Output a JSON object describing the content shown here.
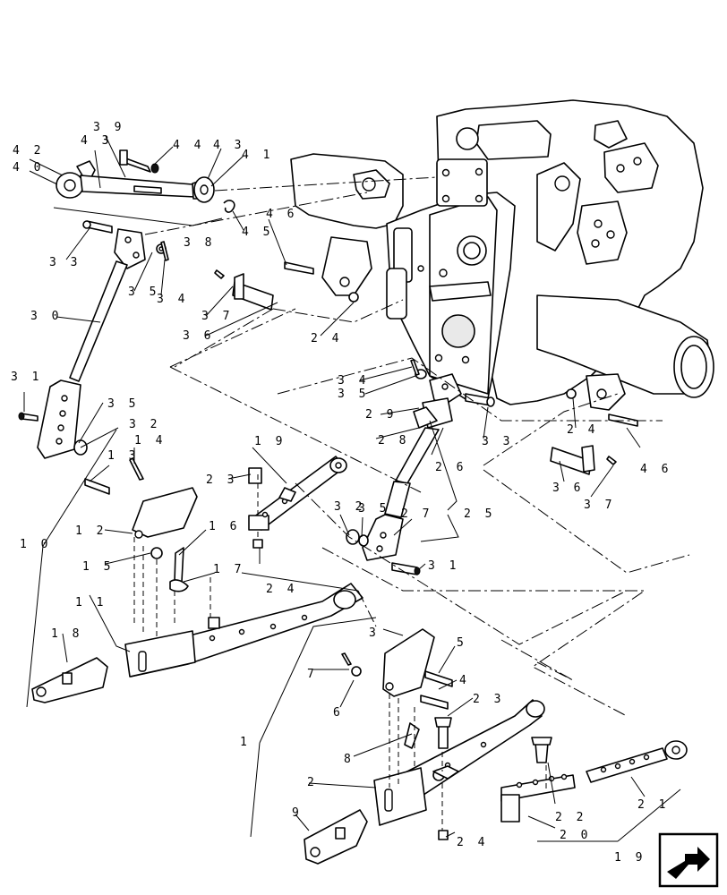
{
  "diagram": {
    "labels": [
      {
        "id": "42",
        "text": "4 2"
      },
      {
        "id": "40",
        "text": "4 0"
      },
      {
        "id": "43a",
        "text": "4 3"
      },
      {
        "id": "39",
        "text": "3 9"
      },
      {
        "id": "44",
        "text": "4 4"
      },
      {
        "id": "43b",
        "text": "4 3"
      },
      {
        "id": "41",
        "text": "4 1"
      },
      {
        "id": "38",
        "text": "3 8"
      },
      {
        "id": "45",
        "text": "4 5"
      },
      {
        "id": "46a",
        "text": "4 6"
      },
      {
        "id": "33a",
        "text": "3 3"
      },
      {
        "id": "35a",
        "text": "3 5"
      },
      {
        "id": "34a",
        "text": "3 4"
      },
      {
        "id": "37a",
        "text": "3 7"
      },
      {
        "id": "36a",
        "text": "3 6"
      },
      {
        "id": "24a",
        "text": "2 4"
      },
      {
        "id": "30",
        "text": "3 0"
      },
      {
        "id": "34b",
        "text": "3 4"
      },
      {
        "id": "35b",
        "text": "3 5"
      },
      {
        "id": "29",
        "text": "2 9"
      },
      {
        "id": "31a",
        "text": "3 1"
      },
      {
        "id": "35c",
        "text": "3 5"
      },
      {
        "id": "32a",
        "text": "3 2"
      },
      {
        "id": "14",
        "text": "1 4"
      },
      {
        "id": "13",
        "text": "1 3"
      },
      {
        "id": "19a",
        "text": "1 9"
      },
      {
        "id": "28",
        "text": "2 8"
      },
      {
        "id": "33b",
        "text": "3 3"
      },
      {
        "id": "24b",
        "text": "2 4"
      },
      {
        "id": "46b",
        "text": "4 6"
      },
      {
        "id": "26",
        "text": "2 6"
      },
      {
        "id": "23a",
        "text": "2 3"
      },
      {
        "id": "36b",
        "text": "3 6"
      },
      {
        "id": "37b",
        "text": "3 7"
      },
      {
        "id": "25",
        "text": "2 5"
      },
      {
        "id": "32b",
        "text": "3 2"
      },
      {
        "id": "35d",
        "text": "3 5"
      },
      {
        "id": "27",
        "text": "2 7"
      },
      {
        "id": "12",
        "text": "1 2"
      },
      {
        "id": "16",
        "text": "1 6"
      },
      {
        "id": "10",
        "text": "1 0"
      },
      {
        "id": "15",
        "text": "1 5"
      },
      {
        "id": "17",
        "text": "1 7"
      },
      {
        "id": "24c",
        "text": "2 4"
      },
      {
        "id": "31b",
        "text": "3 1"
      },
      {
        "id": "11",
        "text": "1 1"
      },
      {
        "id": "18",
        "text": "1 8"
      },
      {
        "id": "3",
        "text": "3"
      },
      {
        "id": "5",
        "text": "5"
      },
      {
        "id": "7",
        "text": "7"
      },
      {
        "id": "4",
        "text": "4"
      },
      {
        "id": "6",
        "text": "6"
      },
      {
        "id": "23b",
        "text": "2 3"
      },
      {
        "id": "1",
        "text": "1"
      },
      {
        "id": "8",
        "text": "8"
      },
      {
        "id": "2",
        "text": "2"
      },
      {
        "id": "9",
        "text": "9"
      },
      {
        "id": "22",
        "text": "2 2"
      },
      {
        "id": "21",
        "text": "2 1"
      },
      {
        "id": "20",
        "text": "2 0"
      },
      {
        "id": "24d",
        "text": "2 4"
      },
      {
        "id": "19b",
        "text": "1 9"
      }
    ]
  },
  "navigation": {
    "next_icon": "arrow-forward-icon"
  }
}
